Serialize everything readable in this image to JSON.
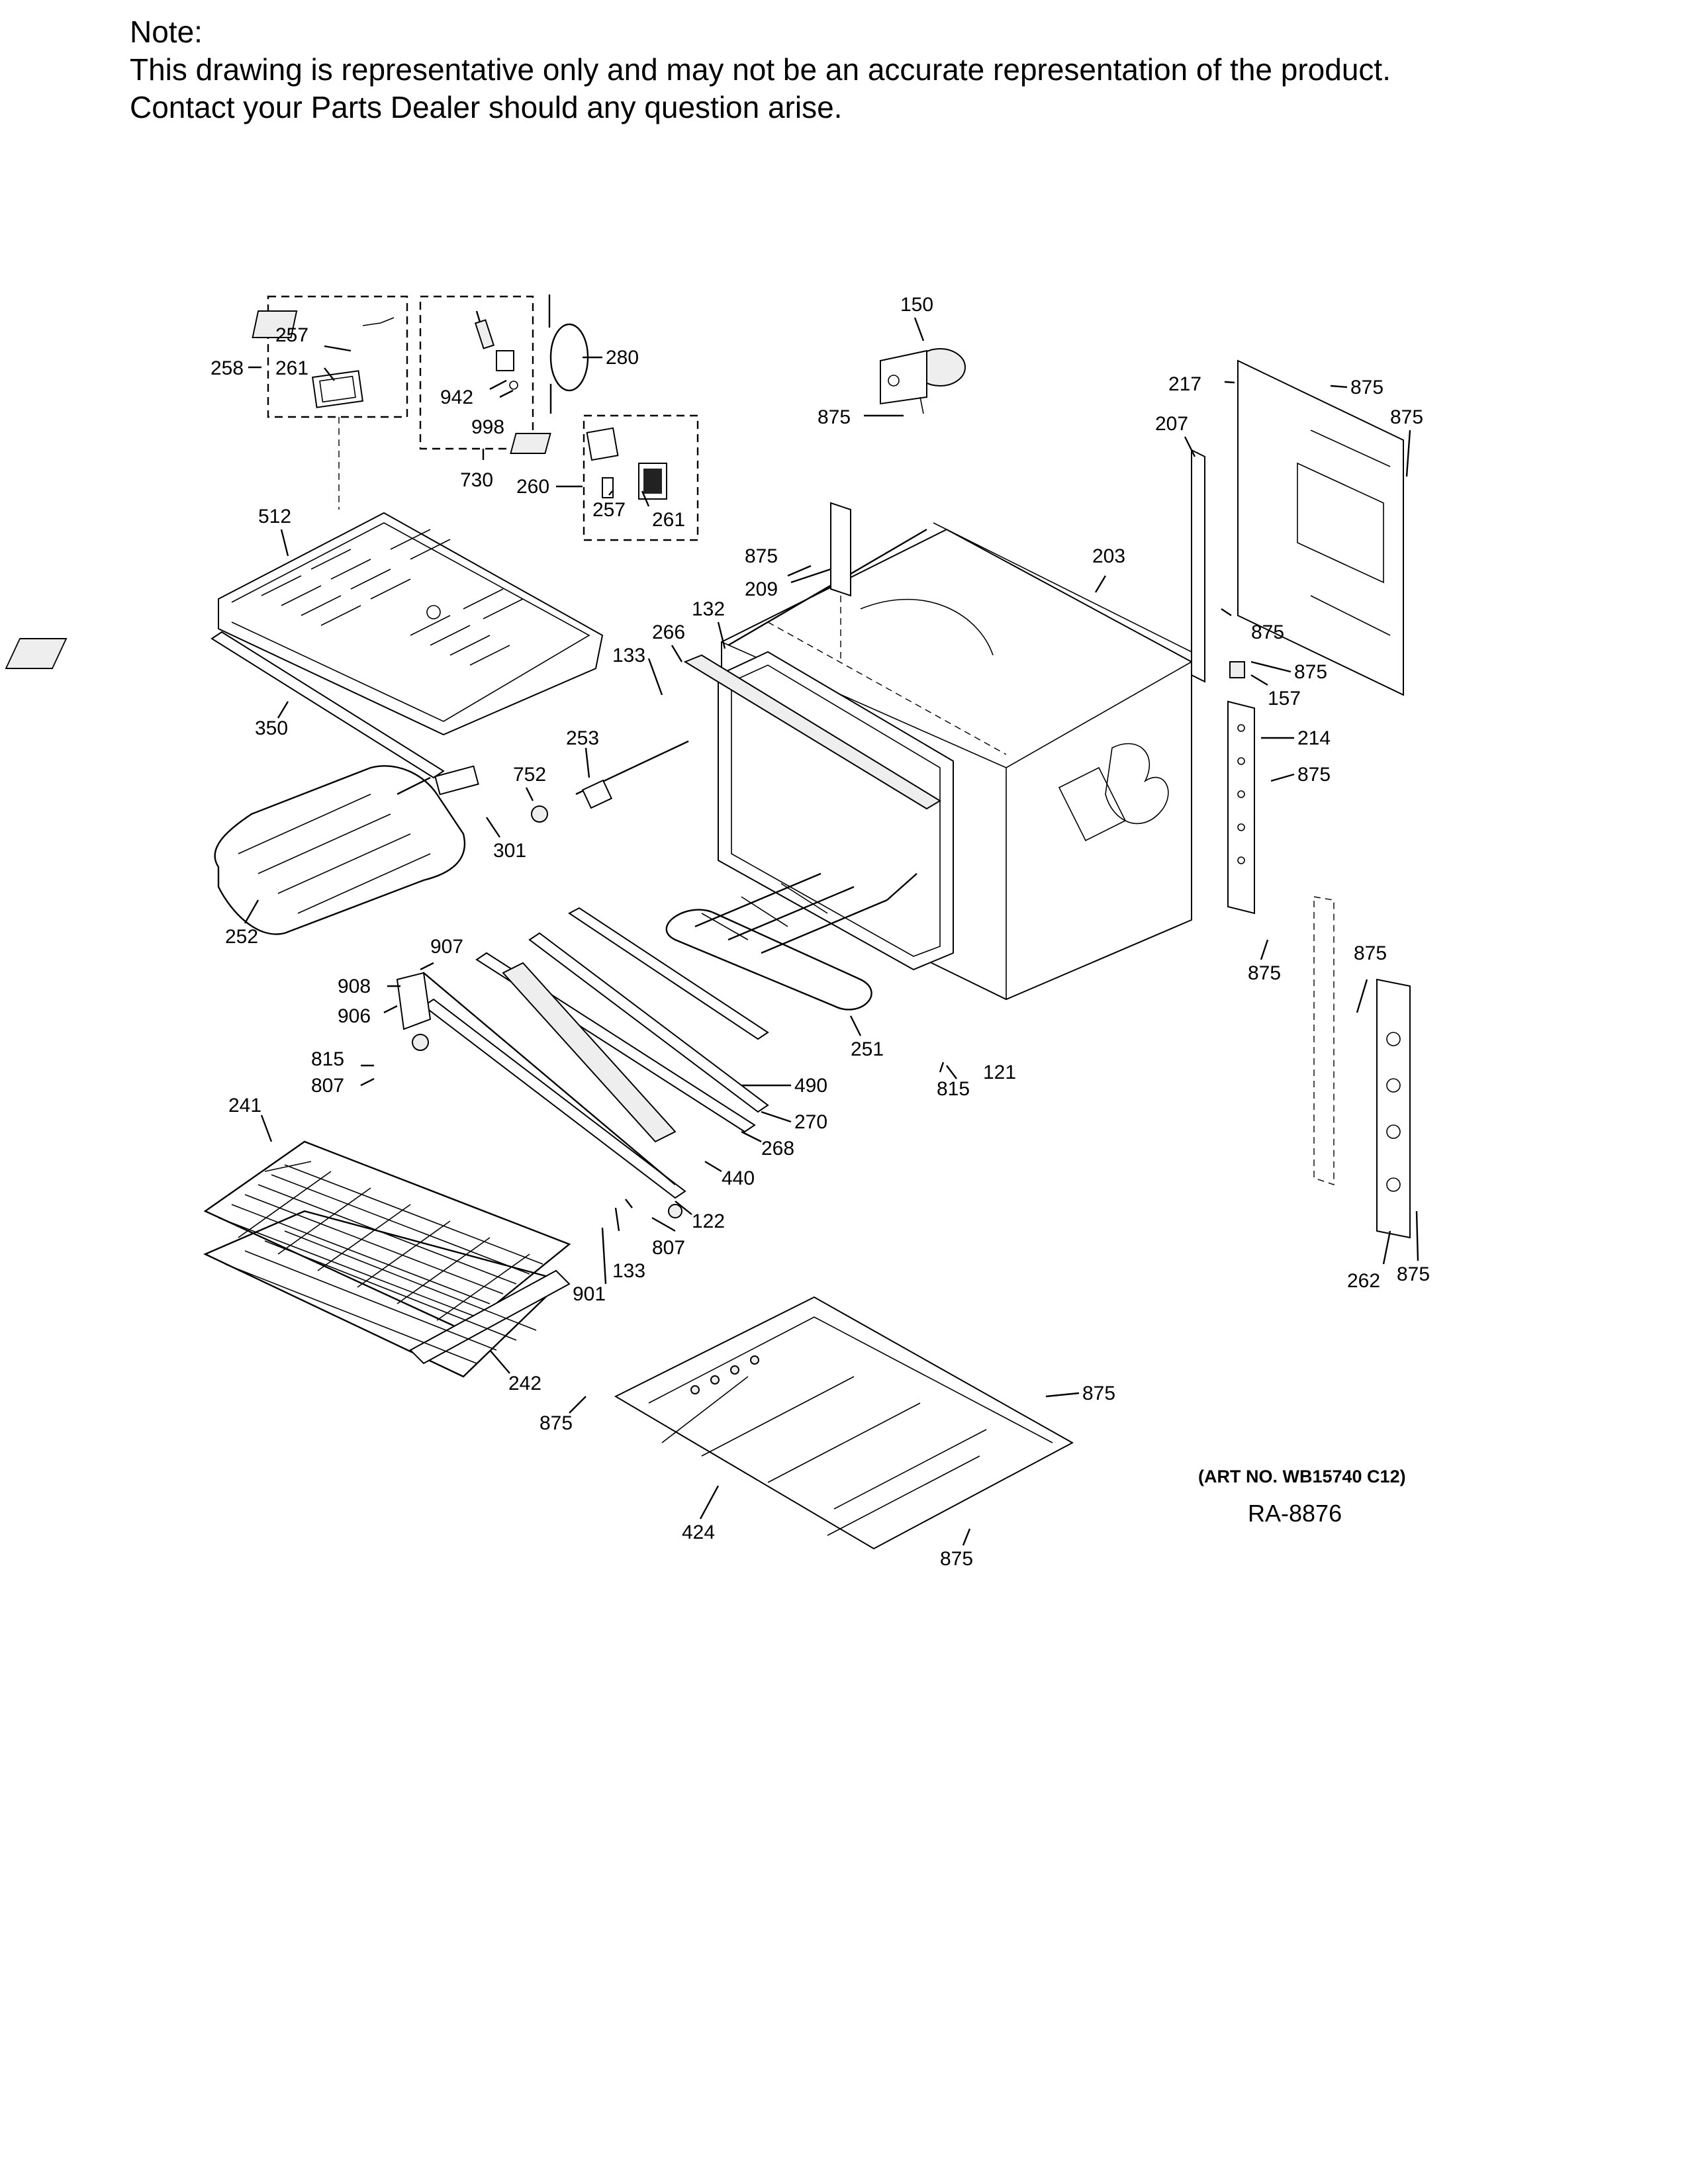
{
  "note": {
    "heading": "Note:",
    "line1": "This drawing is representative only and may not be an accurate representation of the product.",
    "line2": "Contact your Parts Dealer should any question arise."
  },
  "callouts": {
    "c150": "150",
    "c875a": "875",
    "c217": "217",
    "c875b": "875",
    "c875c": "875",
    "c207": "207",
    "c257a": "257",
    "c258": "258",
    "c261a": "261",
    "c942": "942",
    "c998": "998",
    "c730": "730",
    "c280": "280",
    "c260": "260",
    "c257b": "257",
    "c261b": "261",
    "c512": "512",
    "c875d": "875",
    "c209": "209",
    "c203": "203",
    "c132": "132",
    "c266": "266",
    "c133a": "133",
    "c875e": "875",
    "c875f": "875",
    "c157": "157",
    "c214": "214",
    "c875g": "875",
    "c350": "350",
    "c253": "253",
    "c752": "752",
    "c301": "301",
    "c252": "252",
    "c875h": "875",
    "c875i": "875",
    "c907": "907",
    "c908": "908",
    "c906": "906",
    "c251": "251",
    "c490": "490",
    "c815a": "815",
    "c121": "121",
    "c815b": "815",
    "c807a": "807",
    "c241": "241",
    "c270": "270",
    "c268": "268",
    "c440": "440",
    "c122": "122",
    "c807b": "807",
    "c133b": "133",
    "c901": "901",
    "c262": "262",
    "c875j": "875",
    "c242": "242",
    "c875k": "875",
    "c875l": "875",
    "c424": "424",
    "c875m": "875"
  },
  "footer": {
    "art_no": "(ART NO. WB15740 C12)",
    "ra": "RA-8876"
  }
}
